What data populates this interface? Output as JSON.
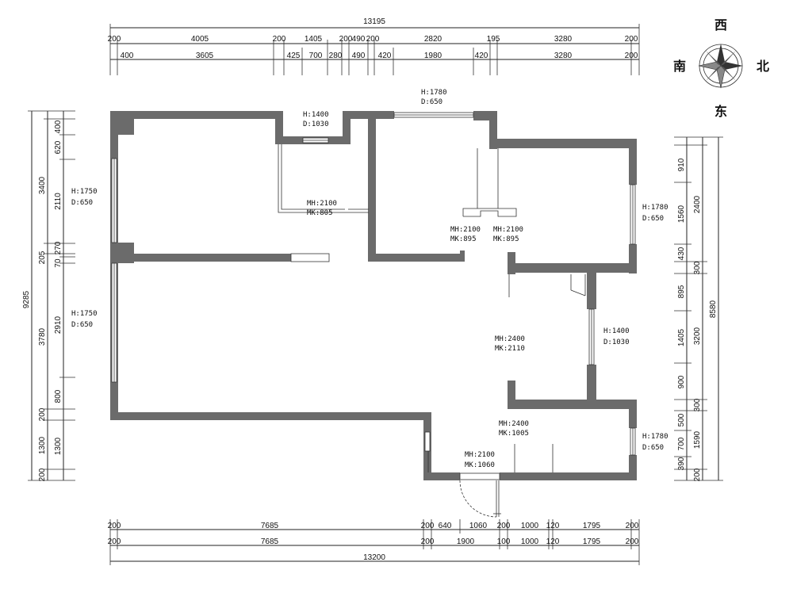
{
  "compass": {
    "north": "北",
    "south": "南",
    "east": "东",
    "west": "西"
  },
  "dims": {
    "top_total": "13195",
    "top_row1": [
      "200",
      "4005",
      "200",
      "1405",
      "200",
      "490",
      "200",
      "2820",
      "195",
      "3280",
      "200"
    ],
    "top_row2": [
      "400",
      "3605",
      "425",
      "700",
      "280",
      "490",
      "420",
      "1980",
      "420",
      "3280",
      "200"
    ],
    "bottom_row1": [
      "200",
      "7685",
      "200",
      "640",
      "1060",
      "200",
      "1000",
      "120",
      "1795",
      "200"
    ],
    "bottom_row2": [
      "200",
      "7685",
      "200",
      "1900",
      "100",
      "1000",
      "120",
      "1795",
      "200"
    ],
    "bottom_total": "13200",
    "left_total": "9285",
    "left_mid": [
      "3400",
      "205",
      "3780",
      "200",
      "1300",
      "200"
    ],
    "left_inner": [
      "400",
      "620",
      "2110",
      "270",
      "70",
      "2910",
      "800",
      "1300"
    ],
    "right_total": "8580",
    "right_mid": [
      "2400",
      "300",
      "3200",
      "300",
      "1590",
      "200"
    ],
    "right_inner": [
      "910",
      "1560",
      "430",
      "895",
      "1405",
      "900",
      "500",
      "700",
      "390"
    ]
  },
  "openings": {
    "top_window_a": [
      "H:1400",
      "D:1030"
    ],
    "top_window_b": [
      "H:1780",
      "D:650"
    ],
    "left_window_a": [
      "H:1750",
      "D:650"
    ],
    "left_window_b": [
      "H:1750",
      "D:650"
    ],
    "right_window_a": [
      "H:1780",
      "D:650"
    ],
    "right_window_b": [
      "H:1400",
      "D:1030"
    ],
    "right_window_c": [
      "H:1780",
      "D:650"
    ],
    "door_a": [
      "MH:2100",
      "MK:805"
    ],
    "door_b": [
      "MH:2100",
      "MK:895"
    ],
    "door_c": [
      "MH:2100",
      "MK:895"
    ],
    "door_d": [
      "MH:2400",
      "MK:2110"
    ],
    "door_e": [
      "MH:2400",
      "MK:1005"
    ],
    "door_f": [
      "MH:2100",
      "MK:1060"
    ]
  }
}
